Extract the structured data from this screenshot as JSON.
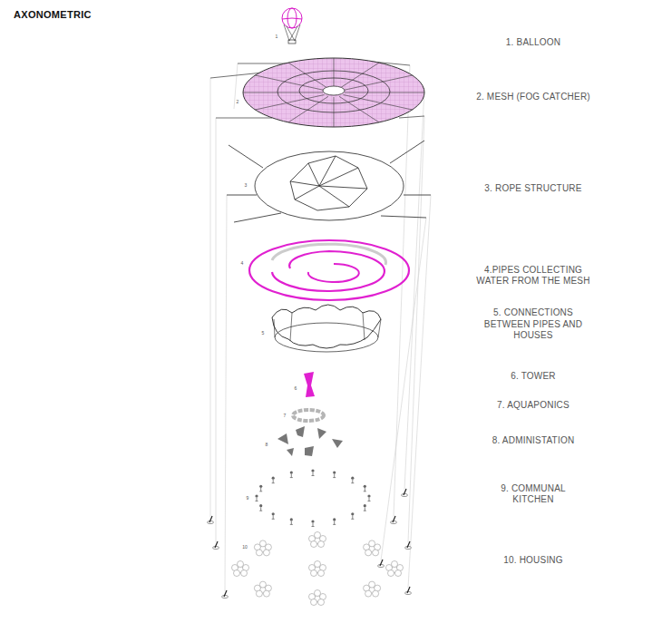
{
  "diagram": {
    "title": "AXONOMETRIC",
    "labels": [
      "1",
      "1. BALLOON",
      "2",
      "2. MESH (FOG CATCHER)",
      "3",
      "3. ROPE STRUCTURE",
      "4",
      "4.PIPES COLLECTING WATER FROM THE MESH",
      "5",
      "5. CONNECTIONS BETWEEN PIPES AND HOUSES",
      "6",
      "6. TOWER",
      "7",
      "7. AQUAPONICS",
      "8",
      "8. ADMINISTATION",
      "9",
      "9. COMMUNAL KITCHEN",
      "10",
      "10. HOUSING"
    ]
  }
}
